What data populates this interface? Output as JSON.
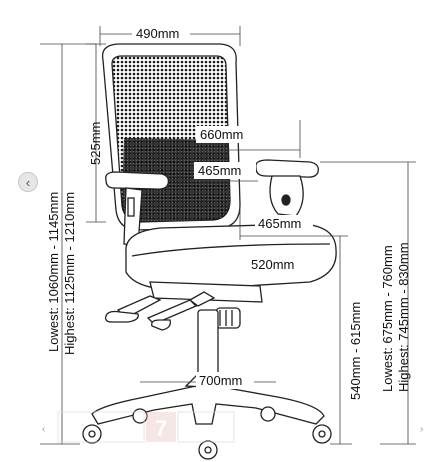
{
  "dimensions": {
    "seat_back_width": "490mm",
    "back_height": "525mm",
    "arm_spread_outer": "660mm",
    "arm_spread_inner": "465mm",
    "seat_width": "465mm",
    "seat_depth": "520mm",
    "base_diameter": "700mm",
    "seat_height": "540mm - 615mm",
    "overall_height_lowest": "Lowest: 1060mm - 1145mm",
    "overall_height_highest": "Highest: 1125mm - 1210mm",
    "arm_height_lowest": "Lowest: 675mm - 760mm",
    "arm_height_highest": "Highest: 745mm - 830mm"
  },
  "watermark": "7",
  "icons": {
    "prev": "chevron-left-icon",
    "corner_left": "caret-left-icon",
    "corner_right": "caret-right-icon"
  },
  "glyphs": {
    "prev": "‹",
    "corner_left": "‹",
    "corner_right": "›"
  },
  "colors": {
    "line": "#222222",
    "mesh": "#1a1a1a",
    "label": "#111111",
    "watermark": "#e8d9d9"
  }
}
